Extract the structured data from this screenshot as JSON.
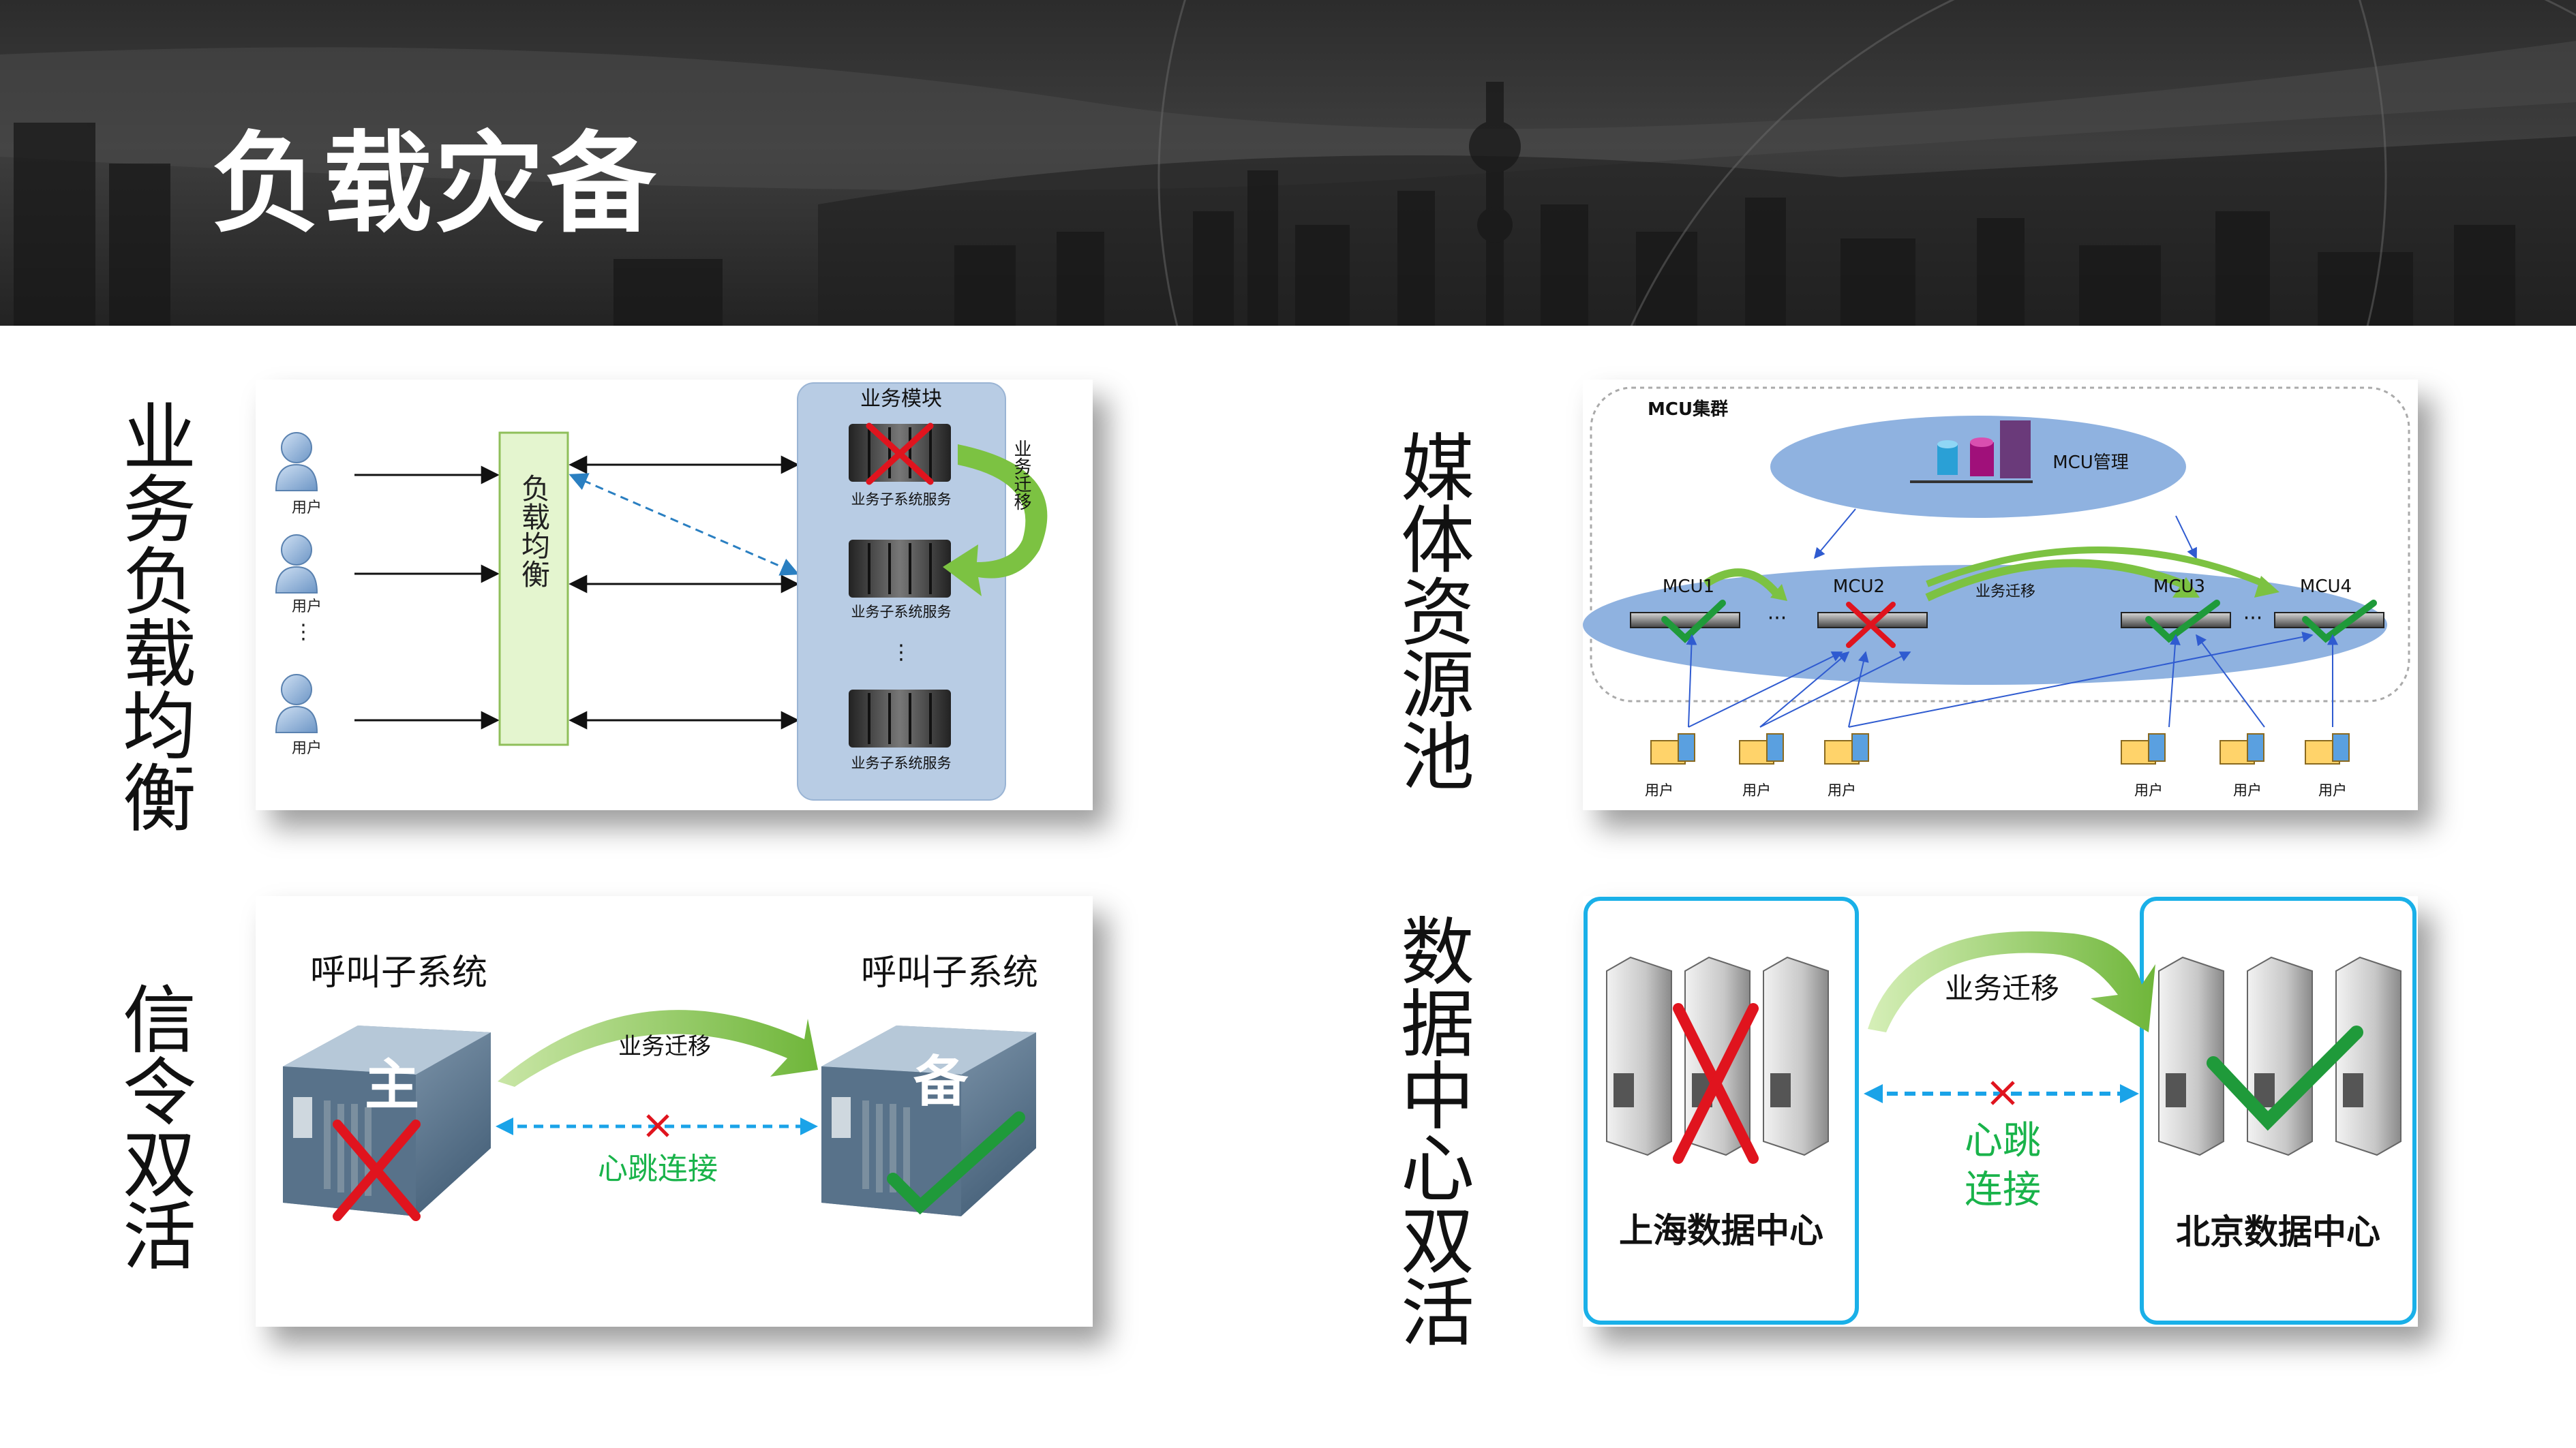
{
  "title": "负载灾备",
  "sections": {
    "load_balance": {
      "label": "业务负载均衡",
      "user_label": "用户",
      "ellipsis": "⋮",
      "balancer_label": "负载均衡",
      "module_title": "业务模块",
      "service_label": "业务子系统服务",
      "migrate_label": "业务迁移"
    },
    "media_pool": {
      "label": "媒体资源池",
      "cluster_label": "MCU集群",
      "manager_label": "MCU管理",
      "mcu_labels": [
        "MCU1",
        "MCU2",
        "MCU3",
        "MCU4"
      ],
      "migrate_label": "业务迁移",
      "dots": "···",
      "user_label": "用户"
    },
    "signal": {
      "label": "信令双活",
      "left_title": "呼叫子系统",
      "right_title": "呼叫子系统",
      "primary": "主",
      "backup": "备",
      "migrate_label": "业务迁移",
      "heartbeat_label": "心跳连接"
    },
    "datacenter": {
      "label": "数据中心双活",
      "left_name": "上海数据中心",
      "right_name": "北京数据中心",
      "migrate_label": "业务迁移",
      "heartbeat_line1": "心跳",
      "heartbeat_line2": "连接"
    }
  },
  "colors": {
    "header_bg": "#2f2f2f",
    "cross": "#e0141e",
    "check": "#1f9a3a",
    "arrow_green": "#7cc242",
    "dashed_blue": "#1aa3e8",
    "pool_blue": "#8fb2e0",
    "module_blue": "#b8cce4",
    "balancer_green": "#e4f5cf",
    "heartbeat_text": "#19b34a",
    "frame_cyan": "#1ab0e8"
  },
  "icons": [
    "user-icon",
    "server-rack-icon",
    "rack-server-icon",
    "tower-server-icon",
    "workstation-icon",
    "database-icon",
    "cross-icon",
    "check-icon",
    "curved-arrow-icon"
  ]
}
